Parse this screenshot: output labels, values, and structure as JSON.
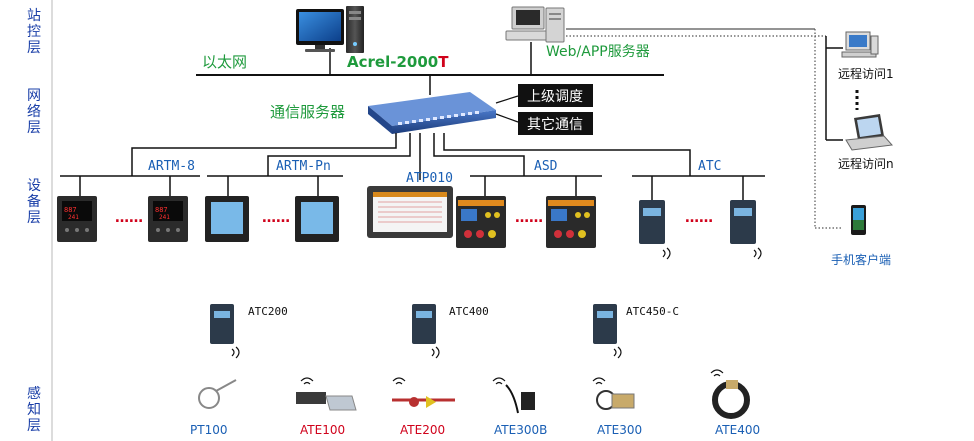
{
  "layers": [
    "站控层",
    "网络层",
    "设备层",
    "感知层"
  ],
  "network": {
    "ethernet_label": "以太网",
    "acrel_prefix": "Acrel-2000",
    "acrel_suffix": "T",
    "webapp_label": "Web/APP服务器",
    "comm_server_label": "通信服务器",
    "dispatch_label": "上级调度",
    "other_comm_label": "其它通信"
  },
  "remote": {
    "remote1": "远程访问1",
    "remoten": "远程访问n",
    "mobile": "手机客户端"
  },
  "devices": {
    "artm8": "ARTM-8",
    "artmpn": "ARTM-Pn",
    "atp010": "ATP010",
    "asd": "ASD",
    "atc": "ATC",
    "dots": "……"
  },
  "transmitters": [
    "ATC200",
    "ATC400",
    "ATC450-C"
  ],
  "sensors": [
    {
      "label": "PT100",
      "color": "#1a5fb4"
    },
    {
      "label": "ATE100",
      "color": "#d0021b"
    },
    {
      "label": "ATE200",
      "color": "#d0021b"
    },
    {
      "label": "ATE300B",
      "color": "#1a5fb4"
    },
    {
      "label": "ATE300",
      "color": "#1a5fb4"
    },
    {
      "label": "ATE400",
      "color": "#1a5fb4"
    }
  ],
  "colors": {
    "green": "#1e9a3c",
    "blue": "#1a5fb4",
    "red": "#d0021b",
    "dark": "#1a1a1a"
  }
}
